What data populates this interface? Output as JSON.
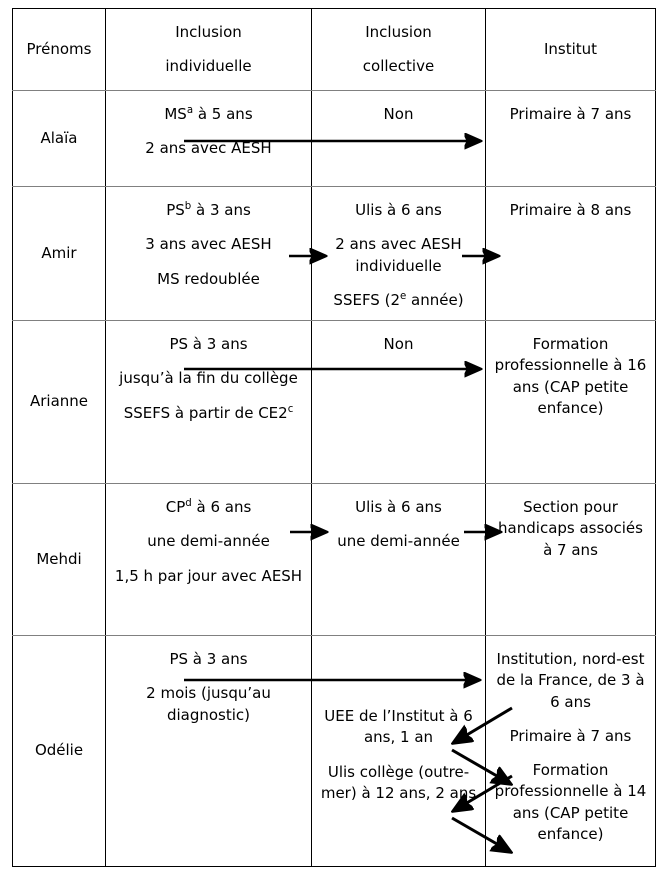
{
  "table": {
    "columns": [
      {
        "id": "prenoms",
        "label": "Prénoms"
      },
      {
        "id": "inclusion_individuelle",
        "label": "Inclusion individuelle",
        "line1": "Inclusion",
        "line2": "individuelle"
      },
      {
        "id": "inclusion_collective",
        "label": "Inclusion collective",
        "line1": "Inclusion",
        "line2": "collective"
      },
      {
        "id": "institut",
        "label": "Institut"
      }
    ],
    "rows": [
      {
        "name": "Alaïa",
        "individuelle": [
          "MS<sup>a</sup> à 5 ans",
          "2 ans avec AESH"
        ],
        "collective": [
          "Non"
        ],
        "institut": [
          "Primaire à 7 ans"
        ]
      },
      {
        "name": "Amir",
        "individuelle": [
          "PS<sup>b</sup> à 3 ans",
          "3 ans avec AESH",
          "MS redoublée"
        ],
        "collective": [
          "Ulis à 6 ans",
          "2 ans avec AESH individuelle",
          "SSEFS (2<sup>e</sup> année)"
        ],
        "institut": [
          "Primaire à 8 ans"
        ]
      },
      {
        "name": "Arianne",
        "individuelle": [
          "PS à 3 ans",
          "jusqu’à la fin du collège",
          "SSEFS à partir de CE2<sup>c</sup>"
        ],
        "collective": [
          "Non"
        ],
        "institut": [
          "Formation professionnelle à 16 ans (CAP petite enfance)"
        ]
      },
      {
        "name": "Mehdi",
        "individuelle": [
          "CP<sup>d</sup> à 6 ans",
          "une demi-année",
          "1,5 h par jour avec AESH"
        ],
        "collective": [
          "Ulis à 6 ans",
          "une demi-année"
        ],
        "institut": [
          "Section pour handicaps associés à 7 ans"
        ]
      },
      {
        "name": "Odélie",
        "individuelle": [
          "PS à 3 ans",
          "2 mois (jusqu’au diagnostic)"
        ],
        "collective": [
          "UEE de l’Institut à 6 ans, 1 an",
          "Ulis collège (outre-mer) à 12 ans, 2 ans"
        ],
        "institut": [
          "Institution, nord-est de la France, de 3 à 6 ans",
          "Primaire à 7 ans",
          "Formation professionnelle à 14 ans (CAP petite enfance)"
        ]
      }
    ]
  },
  "style": {
    "border_black": "#000000",
    "border_gray": "#808080",
    "text_color": "#000000",
    "background": "#ffffff"
  },
  "arrows": [
    {
      "id": "alaia-ind-to-inst",
      "type": "horizontal",
      "from_column": "inclusion_individuelle",
      "to_column": "institut",
      "row": "Alaïa"
    },
    {
      "id": "amir-ind-to-coll",
      "type": "horizontal",
      "from_column": "inclusion_individuelle",
      "to_column": "inclusion_collective",
      "row": "Amir"
    },
    {
      "id": "amir-coll-to-inst",
      "type": "horizontal",
      "from_column": "inclusion_collective",
      "to_column": "institut",
      "row": "Amir"
    },
    {
      "id": "arianne-ind-to-inst",
      "type": "horizontal",
      "from_column": "inclusion_individuelle",
      "to_column": "institut",
      "row": "Arianne"
    },
    {
      "id": "mehdi-ind-to-coll",
      "type": "horizontal",
      "from_column": "inclusion_individuelle",
      "to_column": "inclusion_collective",
      "row": "Mehdi"
    },
    {
      "id": "mehdi-coll-to-inst",
      "type": "horizontal",
      "from_column": "inclusion_collective",
      "to_column": "institut",
      "row": "Mehdi"
    },
    {
      "id": "odelie-ind-to-inst",
      "type": "horizontal",
      "from_column": "inclusion_individuelle",
      "to_column": "institut",
      "row": "Odélie"
    },
    {
      "id": "odelie-inst1-to-coll1",
      "type": "diagonal-down-left",
      "row": "Odélie"
    },
    {
      "id": "odelie-coll1-to-inst2",
      "type": "diagonal-down-right",
      "row": "Odélie"
    },
    {
      "id": "odelie-inst2-to-coll2",
      "type": "diagonal-down-left",
      "row": "Odélie"
    },
    {
      "id": "odelie-coll2-to-inst3",
      "type": "diagonal-down-right",
      "row": "Odélie"
    }
  ]
}
